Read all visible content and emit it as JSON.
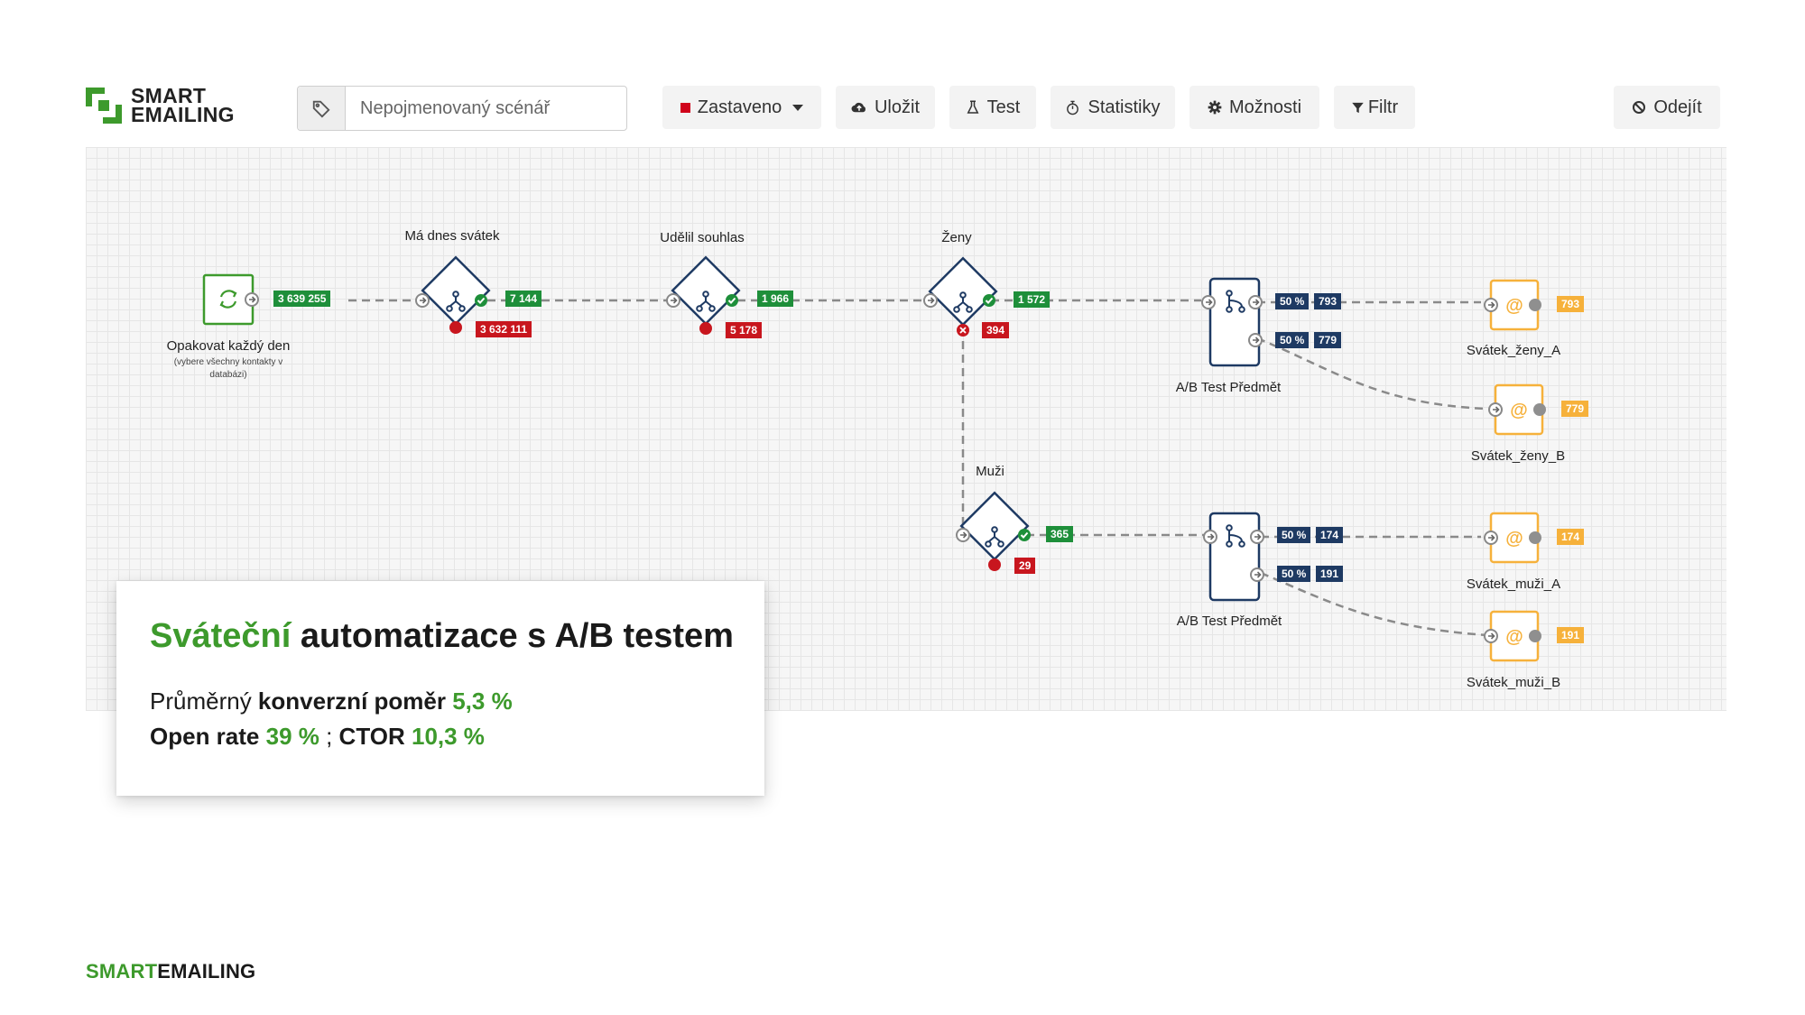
{
  "brand": {
    "logo_line1": "SMART",
    "logo_line2": "EMAILING",
    "footer_part1": "SMART",
    "footer_part2": "EMAILING"
  },
  "toolbar": {
    "scenario_placeholder": "Nepojmenovaný scénář",
    "status_label": "Zastaveno",
    "save_label": "Uložit",
    "test_label": "Test",
    "stats_label": "Statistiky",
    "options_label": "Možnosti",
    "filter_label": "Filtr",
    "exit_label": "Odejít"
  },
  "flow": {
    "trigger": {
      "label": "Opakovat každý den",
      "sub": "(vybere všechny kontakty v databázi)",
      "count": "3 639 255"
    },
    "cond1": {
      "label": "Má dnes svátek",
      "yes": "7 144",
      "no": "3 632 111"
    },
    "cond2": {
      "label": "Udělil souhlas",
      "yes": "1 966",
      "no": "5 178"
    },
    "cond3": {
      "label": "Ženy",
      "yes": "1 572",
      "no": "394"
    },
    "cond4": {
      "label": "Muži",
      "yes": "365",
      "no": "29"
    },
    "ab1": {
      "label": "A/B Test Předmět",
      "a_pct": "50 %",
      "a_count": "793",
      "b_pct": "50 %",
      "b_count": "779"
    },
    "ab2": {
      "label": "A/B Test Předmět",
      "a_pct": "50 %",
      "a_count": "174",
      "b_pct": "50 %",
      "b_count": "191"
    },
    "email1": {
      "label": "Svátek_ženy_A",
      "count": "793"
    },
    "email2": {
      "label": "Svátek_ženy_B",
      "count": "779"
    },
    "email3": {
      "label": "Svátek_muži_A",
      "count": "174"
    },
    "email4": {
      "label": "Svátek_muži_B",
      "count": "191"
    }
  },
  "card": {
    "title_highlight": "Sváteční",
    "title_rest": " automatizace s A/B testem",
    "line1_prefix": "Průměrný ",
    "line1_bold": "konverzní poměr",
    "line1_value": "5,3 %",
    "line2_label1": "Open rate",
    "line2_value1": "39 %",
    "line2_sep": " ; ",
    "line2_label2": "CTOR",
    "line2_value2": "10,3 %"
  },
  "colors": {
    "brand_green": "#3d9a2c",
    "badge_green": "#1e8f3a",
    "badge_red": "#c8161e",
    "badge_navy": "#1e3a63",
    "email_orange": "#f6b13b",
    "node_navy": "#1e3a63"
  },
  "icons": {
    "logo": "smartemailing-logo-icon",
    "tag": "tag-icon",
    "status": "stop-square-icon",
    "save": "cloud-upload-icon",
    "test": "flask-icon",
    "stats": "stopwatch-icon",
    "options": "gear-icon",
    "filter": "funnel-icon",
    "exit": "ban-icon",
    "trigger": "repeat-sync-icon",
    "condition": "branch-icon",
    "ab": "split-icon",
    "email": "at-sign-icon"
  }
}
